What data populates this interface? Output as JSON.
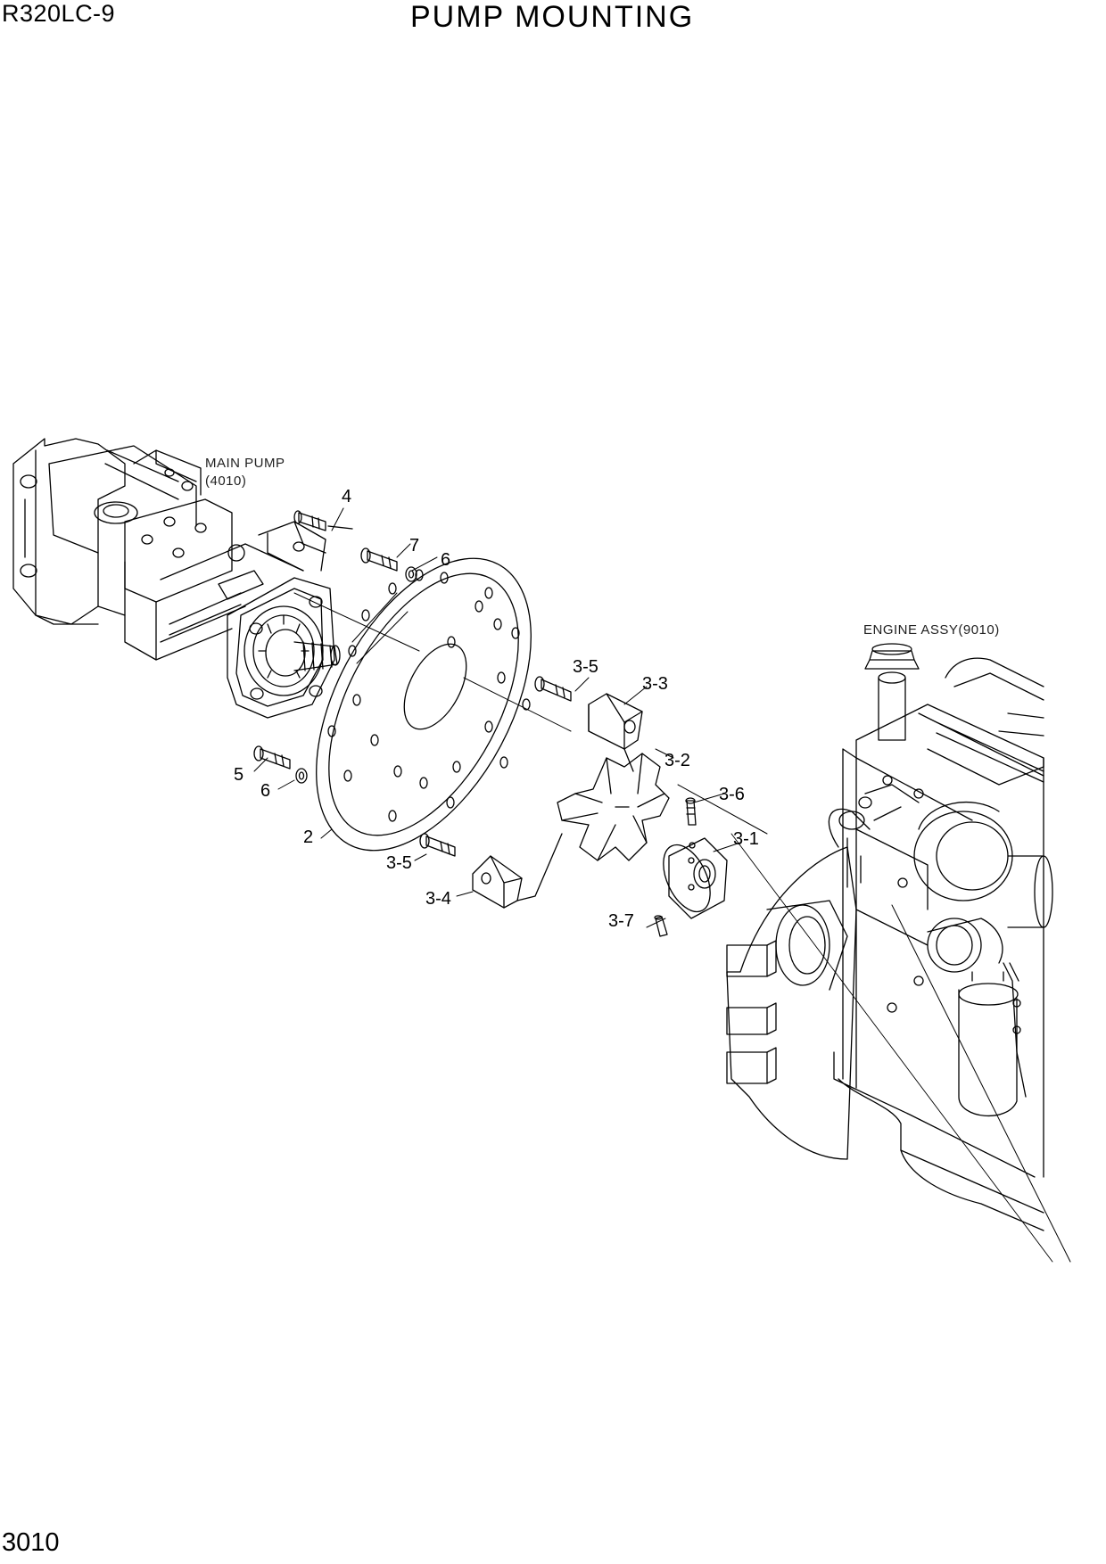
{
  "header": {
    "model": "R320LC-9",
    "title": "PUMP MOUNTING"
  },
  "footer": {
    "page_number": "3010"
  },
  "references": {
    "main_pump_line1": "MAIN PUMP",
    "main_pump_line2": "(4010)",
    "engine_assy": "ENGINE ASSY(9010)"
  },
  "callouts": {
    "c4": "4",
    "c7": "7",
    "c6_top": "6",
    "c3_5_top": "3-5",
    "c3_3": "3-3",
    "c3_2": "3-2",
    "c3_6": "3-6",
    "c3_1": "3-1",
    "c5": "5",
    "c6_left": "6",
    "c2": "2",
    "c3_5_bottom": "3-5",
    "c3_4": "3-4",
    "c3_7": "3-7"
  }
}
